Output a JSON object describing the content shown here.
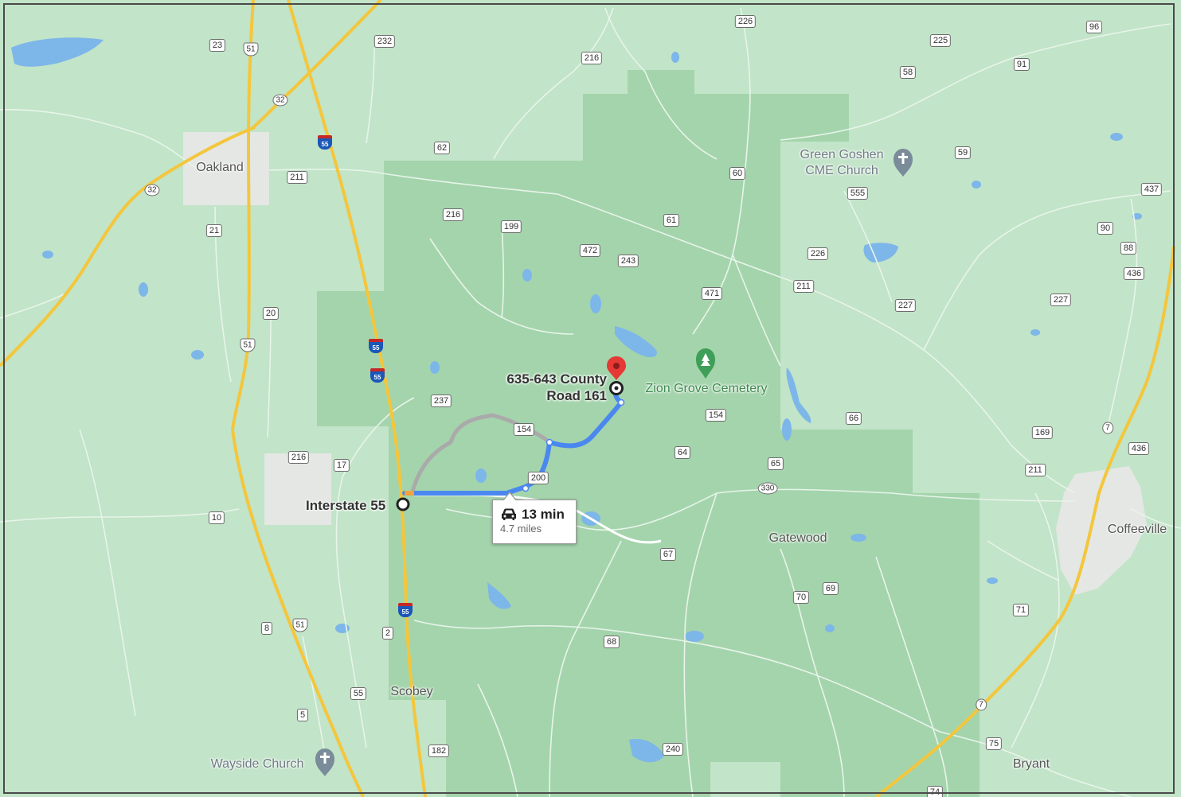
{
  "colors": {
    "land": "#c2e4c8",
    "forest": "#a4d4ac",
    "urban": "#e4e7e4",
    "water": "#7db6e8",
    "highway": "#f4c63c",
    "route": "#4a88f0",
    "alt_route": "#aaaaaa",
    "pin": "#e53935"
  },
  "places": [
    {
      "id": "oakland",
      "name": "Oakland",
      "kind": "town"
    },
    {
      "id": "scobey",
      "name": "Scobey",
      "kind": "town"
    },
    {
      "id": "gatewood",
      "name": "Gatewood",
      "kind": "town"
    },
    {
      "id": "coffeeville",
      "name": "Coffeeville",
      "kind": "town"
    },
    {
      "id": "bryant",
      "name": "Bryant",
      "kind": "town"
    },
    {
      "id": "green-goshen",
      "name": "Green Goshen\nCME Church",
      "kind": "church"
    },
    {
      "id": "wayside",
      "name": "Wayside Church",
      "kind": "church"
    },
    {
      "id": "zion-grove",
      "name": "Zion Grove Cemetery",
      "kind": "cemetery"
    }
  ],
  "route": {
    "origin_label": "Interstate 55",
    "destination_label": "635-643 County\nRoad 161",
    "duration": "13 min",
    "distance": "4.7 miles",
    "mode_icon": "car-icon"
  },
  "county_roads": [
    "226",
    "96",
    "225",
    "232",
    "216",
    "58",
    "91",
    "23",
    "62",
    "59",
    "60",
    "437",
    "211",
    "555",
    "216",
    "199",
    "61",
    "21",
    "472",
    "243",
    "226",
    "90",
    "88",
    "436",
    "211",
    "227",
    "471",
    "20",
    "227",
    "237",
    "154",
    "66",
    "154",
    "169",
    "64",
    "216",
    "17",
    "65",
    "200",
    "436",
    "211",
    "10",
    "67",
    "70",
    "69",
    "71",
    "8",
    "2",
    "68",
    "55",
    "5",
    "182",
    "240",
    "75",
    "74"
  ],
  "us_routes": [
    "51",
    "51",
    "51"
  ],
  "interstates": [
    "55",
    "55",
    "55",
    "55"
  ],
  "state_routes": [
    "32",
    "32",
    "330",
    "7",
    "7"
  ]
}
